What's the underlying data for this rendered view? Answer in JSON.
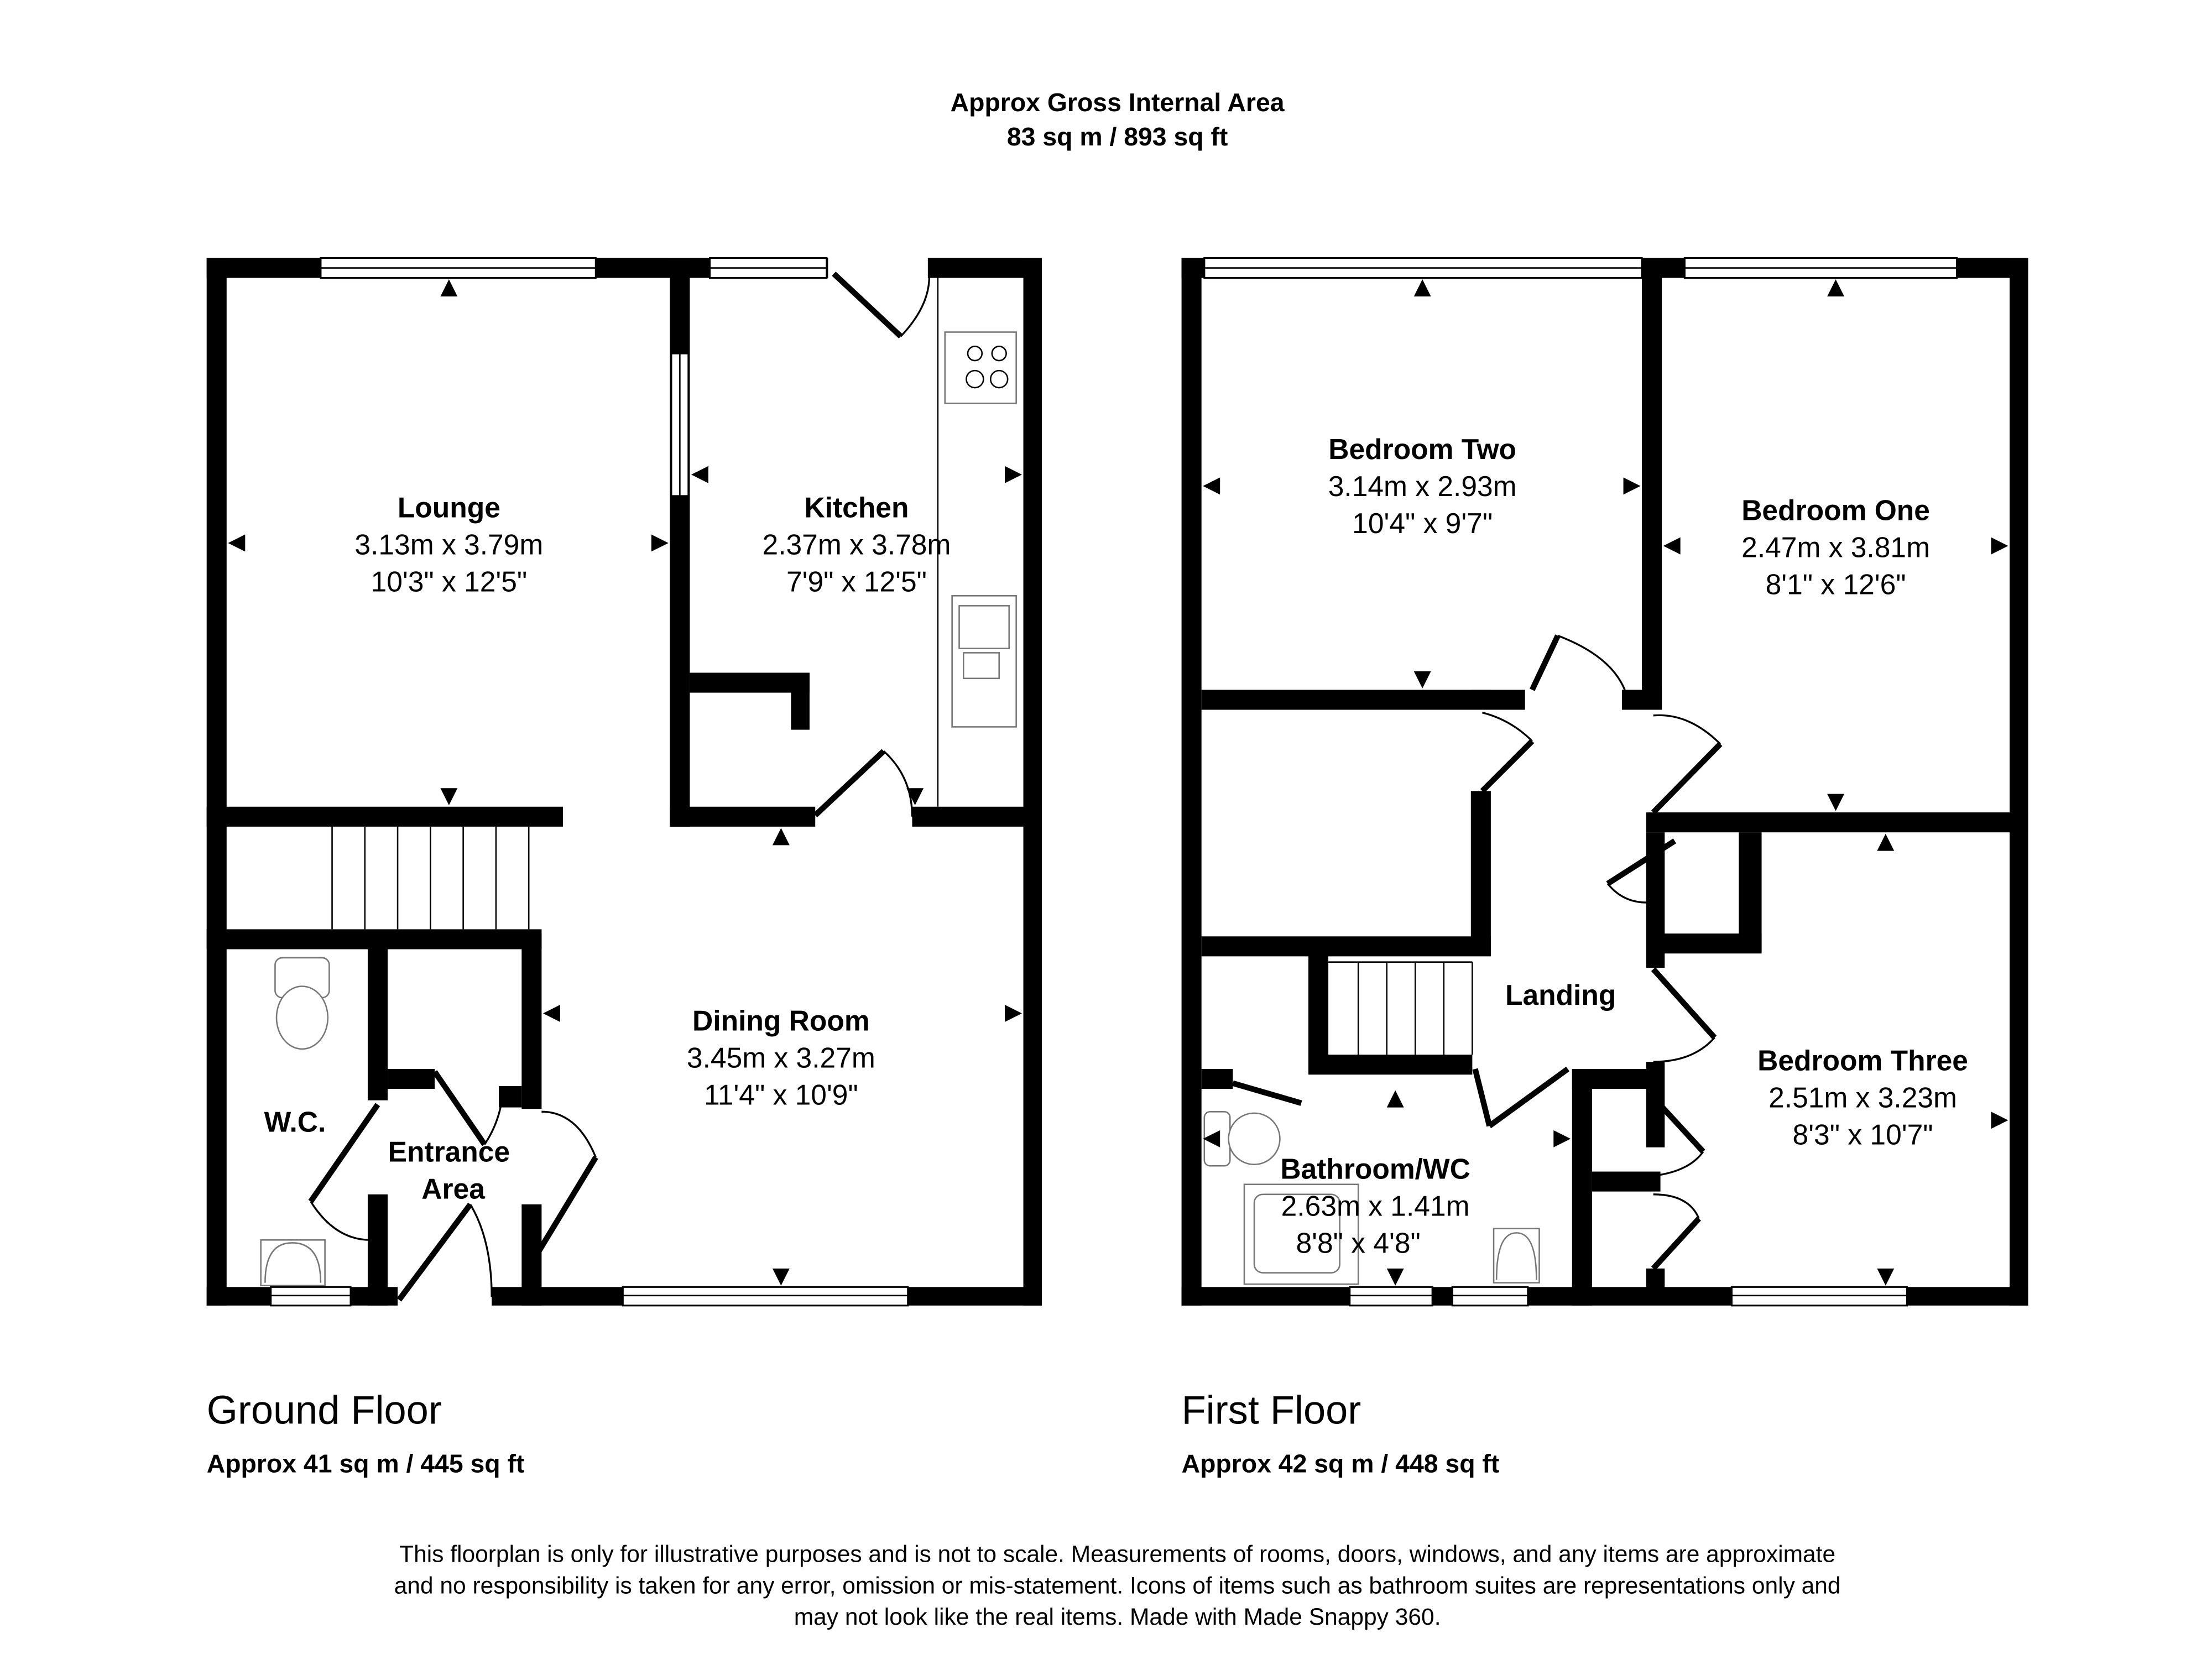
{
  "header": {
    "title": "Approx Gross Internal Area",
    "area": "83 sq m / 893 sq ft"
  },
  "ground_floor": {
    "name": "Ground Floor",
    "area": "Approx 41 sq m / 445 sq ft",
    "rooms": [
      {
        "name": "Lounge",
        "metric": "3.13m x 3.79m",
        "imperial": "10'3\" x 12'5\""
      },
      {
        "name": "Kitchen",
        "metric": "2.37m x 3.78m",
        "imperial": "7'9\" x 12'5\""
      },
      {
        "name": "Dining Room",
        "metric": "3.45m x 3.27m",
        "imperial": "11'4\" x 10'9\""
      },
      {
        "name": "W.C."
      },
      {
        "name": "Entrance",
        "name2": "Area"
      }
    ]
  },
  "first_floor": {
    "name": "First Floor",
    "area": "Approx 42 sq m / 448 sq ft",
    "rooms": [
      {
        "name": "Bedroom Two",
        "metric": "3.14m x 2.93m",
        "imperial": "10'4\" x 9'7\""
      },
      {
        "name": "Bedroom One",
        "metric": "2.47m x 3.81m",
        "imperial": "8'1\" x 12'6\""
      },
      {
        "name": "Landing"
      },
      {
        "name": "Bedroom Three",
        "metric": "2.51m x 3.23m",
        "imperial": "8'3\" x 10'7\""
      },
      {
        "name": "Bathroom/WC",
        "metric": "2.63m x 1.41m",
        "imperial": "8'8\" x 4'8\""
      }
    ]
  },
  "disclaimer": [
    "This floorplan is only for illustrative purposes and is not to scale. Measurements of rooms, doors, windows, and any items are approximate",
    "and no responsibility is taken for any error, omission or mis-statement. Icons of items such as bathroom suites are representations only and",
    "may not look like the real items. Made with Made Snappy 360."
  ]
}
